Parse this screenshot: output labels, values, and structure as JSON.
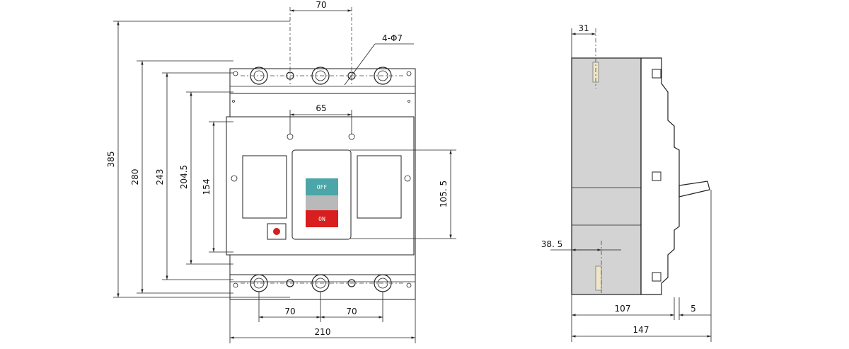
{
  "front_view": {
    "dims": {
      "top_hole_spacing": "70",
      "hole_spec": "4-Φ7",
      "mount_spacing": "65",
      "overall_height": "385",
      "height_280": "280",
      "height_243": "243",
      "height_204_5": "204.5",
      "height_154": "154",
      "window_height": "105. 5",
      "bottom_spacing_left": "70",
      "bottom_spacing_right": "70",
      "width": "210"
    },
    "labels": {
      "off": "OFF",
      "on": "ON"
    },
    "colors": {
      "off_button": "#4aa6a8",
      "mid_button": "#b9b9b9",
      "on_button": "#d81e1e",
      "indicator": "#d42020"
    }
  },
  "side_view": {
    "dims": {
      "top_offset": "31",
      "mount_offset": "38. 5",
      "body_depth": "107",
      "handle_offset": "5",
      "overall_depth": "147"
    },
    "colors": {
      "body_fill": "#d3d3d3"
    }
  }
}
